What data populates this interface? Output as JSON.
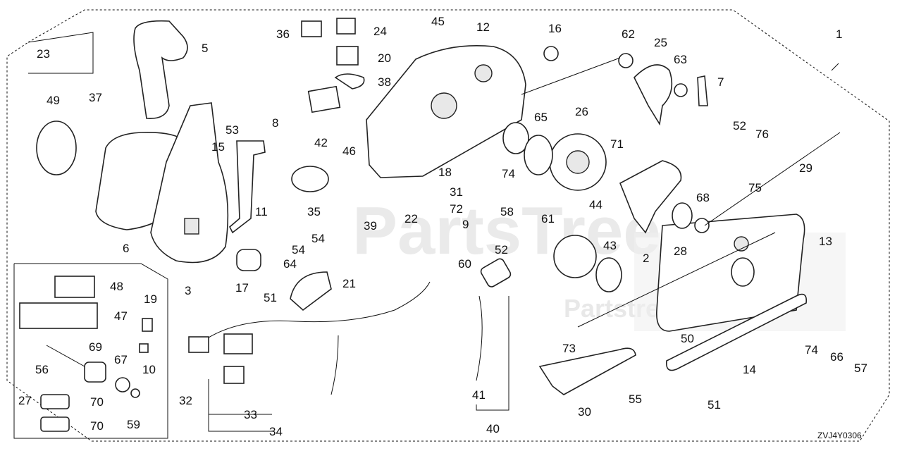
{
  "watermark": "PartsTree",
  "watermark_sub": "Partstree",
  "diagram_code": "ZVJ4Y0306",
  "callouts": [
    "1",
    "2",
    "3",
    "5",
    "6",
    "7",
    "8",
    "9",
    "10",
    "11",
    "12",
    "13",
    "14",
    "15",
    "16",
    "17",
    "18",
    "19",
    "20",
    "21",
    "22",
    "23",
    "24",
    "25",
    "26",
    "27",
    "28",
    "29",
    "30",
    "31",
    "32",
    "33",
    "34",
    "35",
    "36",
    "37",
    "38",
    "39",
    "40",
    "41",
    "42",
    "43",
    "44",
    "45",
    "46",
    "47",
    "48",
    "49",
    "50",
    "51",
    "52",
    "53",
    "54",
    "55",
    "56",
    "57",
    "58",
    "59",
    "60",
    "61",
    "62",
    "63",
    "64",
    "65",
    "66",
    "67",
    "68",
    "69",
    "70",
    "71",
    "72",
    "73",
    "74",
    "75",
    "76"
  ],
  "colors": {
    "line": "#111111",
    "watermark": "#d9d9d9",
    "background": "#ffffff"
  }
}
